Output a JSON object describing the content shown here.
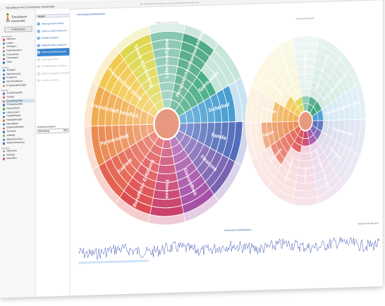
{
  "window": {
    "title": "TimeWaver Pro [TimeWaver Anwender]",
    "subtitle": "Ein Informationsfeldanalyse ist eine ergebnisorientierte Sitzung",
    "controls": [
      "–",
      "□",
      "✕"
    ]
  },
  "logo": {
    "line1": "TimeWaver",
    "line2": "Anwender"
  },
  "sidebar": {
    "profile_button": "Professional",
    "sections": [
      {
        "header": "Verwaltung",
        "items": [
          {
            "label": "Klienten",
            "color": "#d9534f"
          },
          {
            "label": "Listen",
            "color": "#2b79c7"
          },
          {
            "label": "Vorlagen",
            "color": "#999"
          },
          {
            "label": "Datenbanken",
            "color": "#999"
          },
          {
            "label": "Fokuskreis",
            "color": "#4aa84a"
          },
          {
            "label": "Dimension",
            "color": "#8a4ab8"
          },
          {
            "label": "Sets",
            "color": "#2b79c7"
          }
        ]
      },
      {
        "header": "Analyse",
        "items": [
          {
            "label": "Analyse",
            "color": "#2b79c7"
          },
          {
            "label": "Optimierung",
            "color": "#2b79c7"
          },
          {
            "label": "Kopieren",
            "color": "#2b79c7"
          },
          {
            "label": "MyTimeWaver",
            "color": "#2b79c7"
          },
          {
            "label": "Frequenztherapie",
            "color": "#e67e22"
          }
        ]
      },
      {
        "header": "Module",
        "items": [
          {
            "label": "Aurafotografie",
            "color": "#9b59b6"
          },
          {
            "label": "Cardia",
            "color": "#d9534f"
          },
          {
            "label": "Coaching-Rad",
            "color": "#e67e22",
            "active": true
          },
          {
            "label": "Energiepunkte",
            "color": "#2b79c7"
          },
          {
            "label": "Gesundheit",
            "color": "#4aa84a"
          },
          {
            "label": "Harmonizer",
            "color": "#2b79c7"
          },
          {
            "label": "HealthWaver",
            "color": "#2b79c7"
          },
          {
            "label": "Klangtherapie",
            "color": "#e67e22"
          },
          {
            "label": "Mentalfeld",
            "color": "#2b79c7"
          },
          {
            "label": "Organkalkarten",
            "color": "#d9534f"
          },
          {
            "label": "Timeline",
            "color": "#2b79c7"
          },
          {
            "label": "Vitalität",
            "color": "#4aa84a"
          },
          {
            "label": "WaveGenetics",
            "color": "#2b79c7"
          },
          {
            "label": "WaveStreaming",
            "color": "#2b79c7"
          }
        ]
      },
      {
        "header": "Software",
        "items": [
          {
            "label": "Optionen",
            "color": "#999"
          },
          {
            "label": "Backup",
            "color": "#999"
          },
          {
            "label": "Beenden",
            "color": "#d9534f"
          }
        ]
      }
    ]
  },
  "center": {
    "header": "Ablauf",
    "steps": [
      {
        "label": "Sitzungsvorbereitung",
        "state": "done"
      },
      {
        "label": "Vision & Ziele definieren",
        "state": "done"
      },
      {
        "label": "Radbild anlegen",
        "state": "done"
      },
      {
        "label": "Möglichkeiten umsetzen",
        "state": "done"
      },
      {
        "label": "Informationsfeldanalyse",
        "state": "active"
      },
      {
        "label": "Lösungsanalyse",
        "state": "dim"
      },
      {
        "label": "Handlungsplan erstellen",
        "state": "dim"
      },
      {
        "label": "Optimierungsplan erstellen",
        "state": "dim"
      },
      {
        "label": "Bericht erstellen",
        "state": "dim"
      }
    ],
    "results_label": "Ergebnisanalysen",
    "results_value": "Bewertung",
    "results_score": "860"
  },
  "main": {
    "tab_header": "Informationsfeldanalyse",
    "left_wheel_title": "Selbsteinschätzung",
    "right_wheel_title": "Informationsfeld",
    "link": "Informationsfeldanalyse ...",
    "bottom_right": "Browse   Freunde   80%"
  },
  "chart_data": [
    {
      "type": "pie",
      "title": "Selbsteinschätzung",
      "categories": [
        "Lebensaufgabe",
        "Persönlichkeitsentwicklung",
        "Spiritualität",
        "Sicherheit",
        "Familie",
        "Finanzen",
        "Gesundheit",
        "Fitness",
        "Berufliche Erfüllung",
        "Karriere",
        "Partnerschaft",
        "Freundschaft beruflich",
        "Freundschaft privat",
        "Spass & Erholung"
      ],
      "values": [
        1,
        1,
        1,
        1,
        1,
        1,
        1,
        1,
        1,
        1,
        1,
        1,
        1,
        1
      ],
      "levels": [
        9,
        9,
        6,
        8,
        9,
        9,
        9,
        9,
        9,
        9,
        9,
        9,
        9,
        9
      ]
    },
    {
      "type": "pie",
      "title": "Informationsfeld",
      "categories": [
        "Lebensaufgabe",
        "Spass & Erholung",
        "Freundschaft privat",
        "Freundschaft beruflich",
        "Partnerschaft",
        "Karriere",
        "Berufliche Erfüllung",
        "Fitness",
        "Gesundheit",
        "Finanzen",
        "Familie",
        "Sicherheit",
        "Spiritualität",
        "Persönlichkeitsentwicklung"
      ],
      "values": [
        1,
        1,
        1,
        1,
        1,
        1,
        1,
        1,
        1,
        1,
        1,
        1,
        1,
        1
      ],
      "levels": [
        2,
        2,
        2,
        2,
        2,
        2,
        2,
        2,
        3,
        6,
        7,
        5,
        3,
        2
      ]
    }
  ],
  "colors": {
    "wheel": [
      "#7cc0a8",
      "#3a9e78",
      "#1f9a6a",
      "#2a8ec9",
      "#3e5bb2",
      "#6a4fa8",
      "#9a3b9b",
      "#c22a5a",
      "#d9373a",
      "#e0503a",
      "#e77a3a",
      "#eea23a",
      "#f0c23a",
      "#d9d339",
      "#9ccb3e",
      "#5aba52"
    ],
    "hub": "#e8987e"
  }
}
